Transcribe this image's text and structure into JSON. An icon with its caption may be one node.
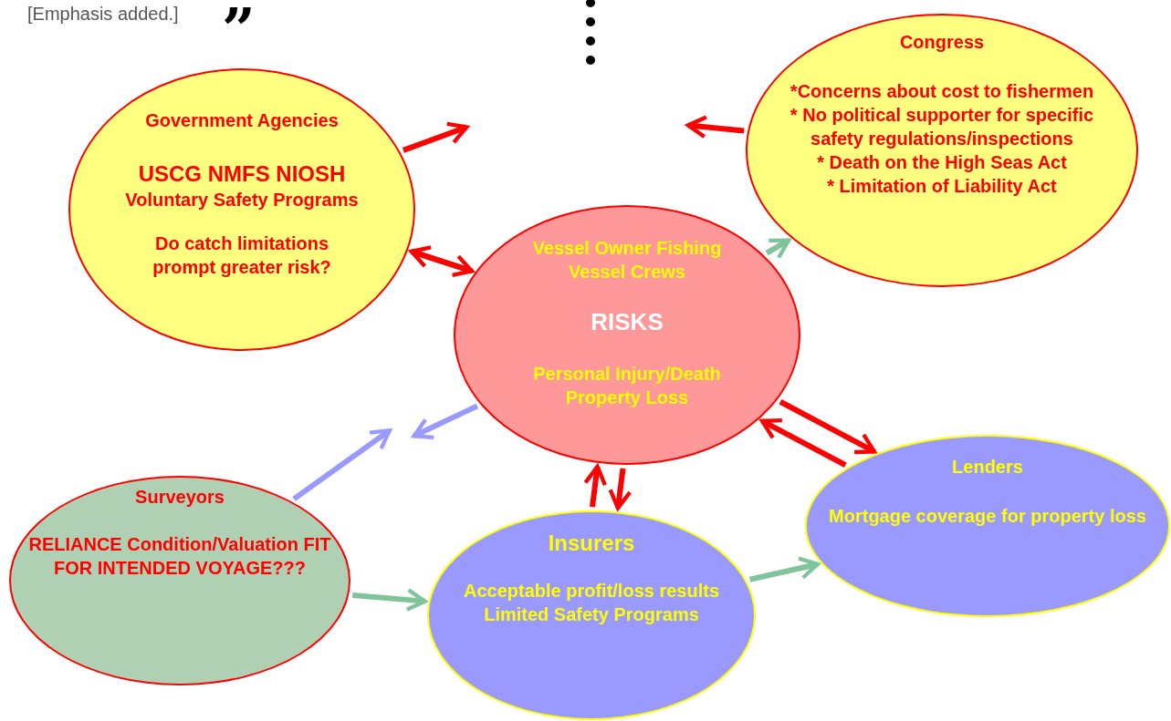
{
  "diagram": {
    "nodes": [
      {
        "text": [
          "Government Agencies",
          "USCG NMFS NIOSH",
          "Voluntary Safety Programs",
          "Do catch limitations prompt greater risk?"
        ]
      },
      {
        "text": [
          "Congress",
          "*Concerns about cost to fishermen",
          "* No political supporter for specific safety regulations/inspections",
          "* Death on the High Seas Act",
          "* Limitation of Liability Act"
        ]
      },
      {
        "text": [
          "Vessel Owner Fishing Vessel Crews",
          "RISKS",
          "Personal Injury/Death Property Loss"
        ]
      },
      {
        "text": [
          "Surveyors",
          "RELIANCE Condition/Valuation FIT FOR INTENDED VOYAGE???"
        ]
      },
      {
        "text": [
          "Insurers",
          "Acceptable profit/loss results Limited Safety Programs"
        ]
      },
      {
        "text": [
          "Lenders",
          "Mortgage coverage for property loss"
        ]
      }
    ],
    "edges": [
      {
        "from": 0,
        "to": null,
        "arrow": "to"
      },
      {
        "from": 1,
        "to": null,
        "arrow": "to"
      },
      {
        "from": 0,
        "to": 2,
        "arrow": "to"
      },
      {
        "from": 2,
        "to": 0,
        "arrow": "to"
      },
      {
        "from": 2,
        "to": 1,
        "arrow": "to",
        "color": "#80c49c"
      },
      {
        "from": 2,
        "to": null,
        "arrow": "to",
        "color": "#9999ff"
      },
      {
        "from": 2,
        "to": 4,
        "arrow": "to"
      },
      {
        "from": 4,
        "to": 2,
        "arrow": "to"
      },
      {
        "from": 2,
        "to": 5,
        "arrow": "to"
      },
      {
        "from": 5,
        "to": 2,
        "arrow": "to"
      },
      {
        "from": 3,
        "to": null,
        "arrow": "to",
        "color": "#9999ff"
      },
      {
        "from": 3,
        "to": 4,
        "arrow": "to",
        "color": "#80c49c"
      },
      {
        "from": 4,
        "to": 5,
        "arrow": "to",
        "color": "#80c49c"
      }
    ],
    "labels": [
      "[Emphasis added.]",
      "”"
    ]
  }
}
